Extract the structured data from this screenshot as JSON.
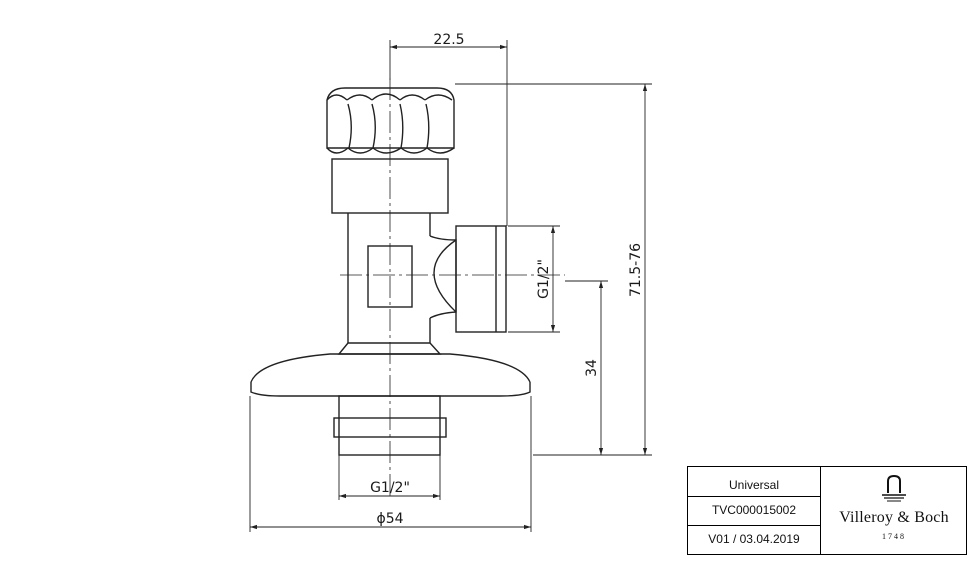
{
  "dimensions": {
    "top_width": "22.5",
    "height_range": "71.5-76",
    "side_thread": "G1/2\"",
    "height_34": "34",
    "bottom_thread": "G1/2\"",
    "diameter": "ϕ54"
  },
  "title_block": {
    "category": "Universal",
    "product_code": "TVC000015002",
    "version": "V01 / 03.04.2019",
    "brand": "Villeroy & Boch",
    "year": "1748"
  }
}
